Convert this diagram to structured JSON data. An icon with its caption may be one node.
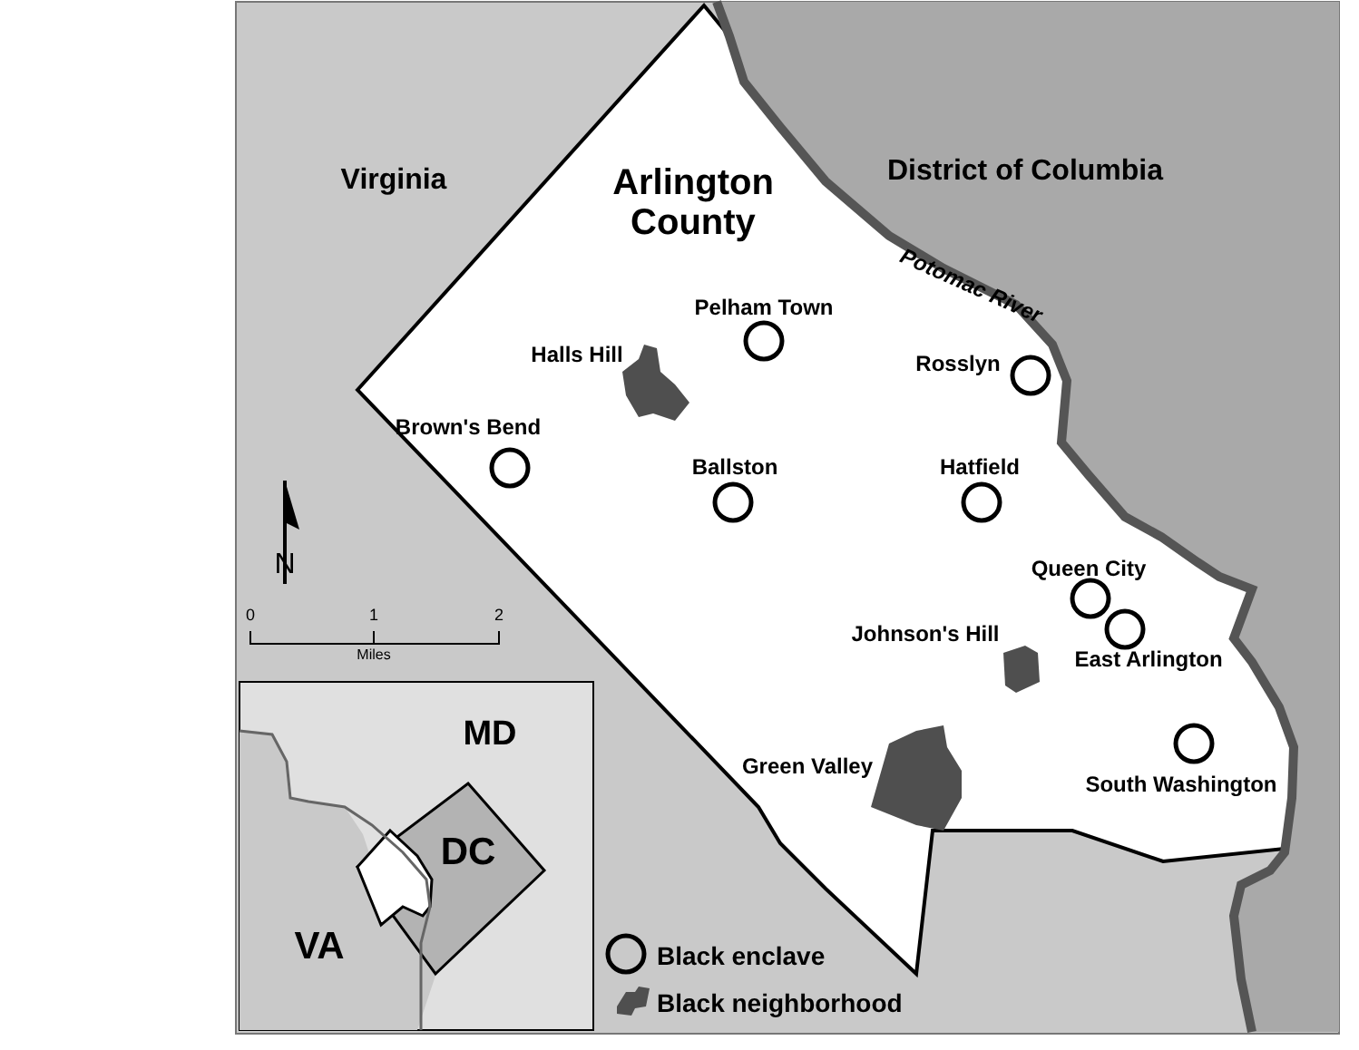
{
  "diagram": {
    "labels": [
      "Virginia",
      "Arlington County",
      "District of Columbia",
      "Potomac River",
      "Pelham Town",
      "Halls Hill",
      "Rosslyn",
      "Brown's Bend",
      "Ballston",
      "Hatfield",
      "N",
      "Queen City",
      "0",
      "1",
      "2",
      "Miles",
      "Johnson's Hill",
      "East Arlington",
      "MD",
      "Green Valley",
      "South Washington",
      "DC",
      "VA"
    ],
    "legend": [
      {
        "text": "Black enclave"
      },
      {
        "text": "Black neighborhood"
      }
    ]
  }
}
